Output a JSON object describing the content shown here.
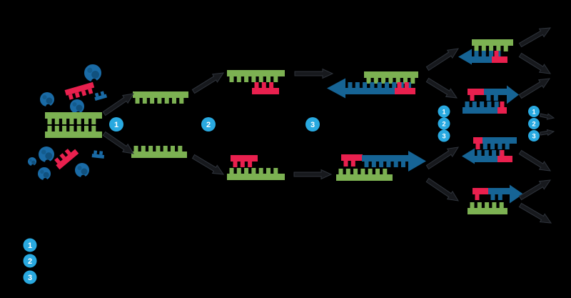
{
  "diagram": {
    "step_labels": [
      "1",
      "2",
      "3"
    ],
    "cycle_repeat_labels": [
      "1",
      "2",
      "3"
    ]
  },
  "legend": {
    "items": [
      {
        "number": "1"
      },
      {
        "number": "2"
      },
      {
        "number": "3"
      }
    ]
  },
  "colors": {
    "background": "#000000",
    "template_strand": "#7CB152",
    "primer": "#E9204E",
    "new_strand": "#166495",
    "enzyme": "#1A6BA6",
    "enzyme_dark": "#11517E",
    "step_badge": "#29A9E0",
    "badge_text": "#FFFFFF",
    "arrow": "#17191D",
    "arrow_edge": "#2F343C"
  }
}
